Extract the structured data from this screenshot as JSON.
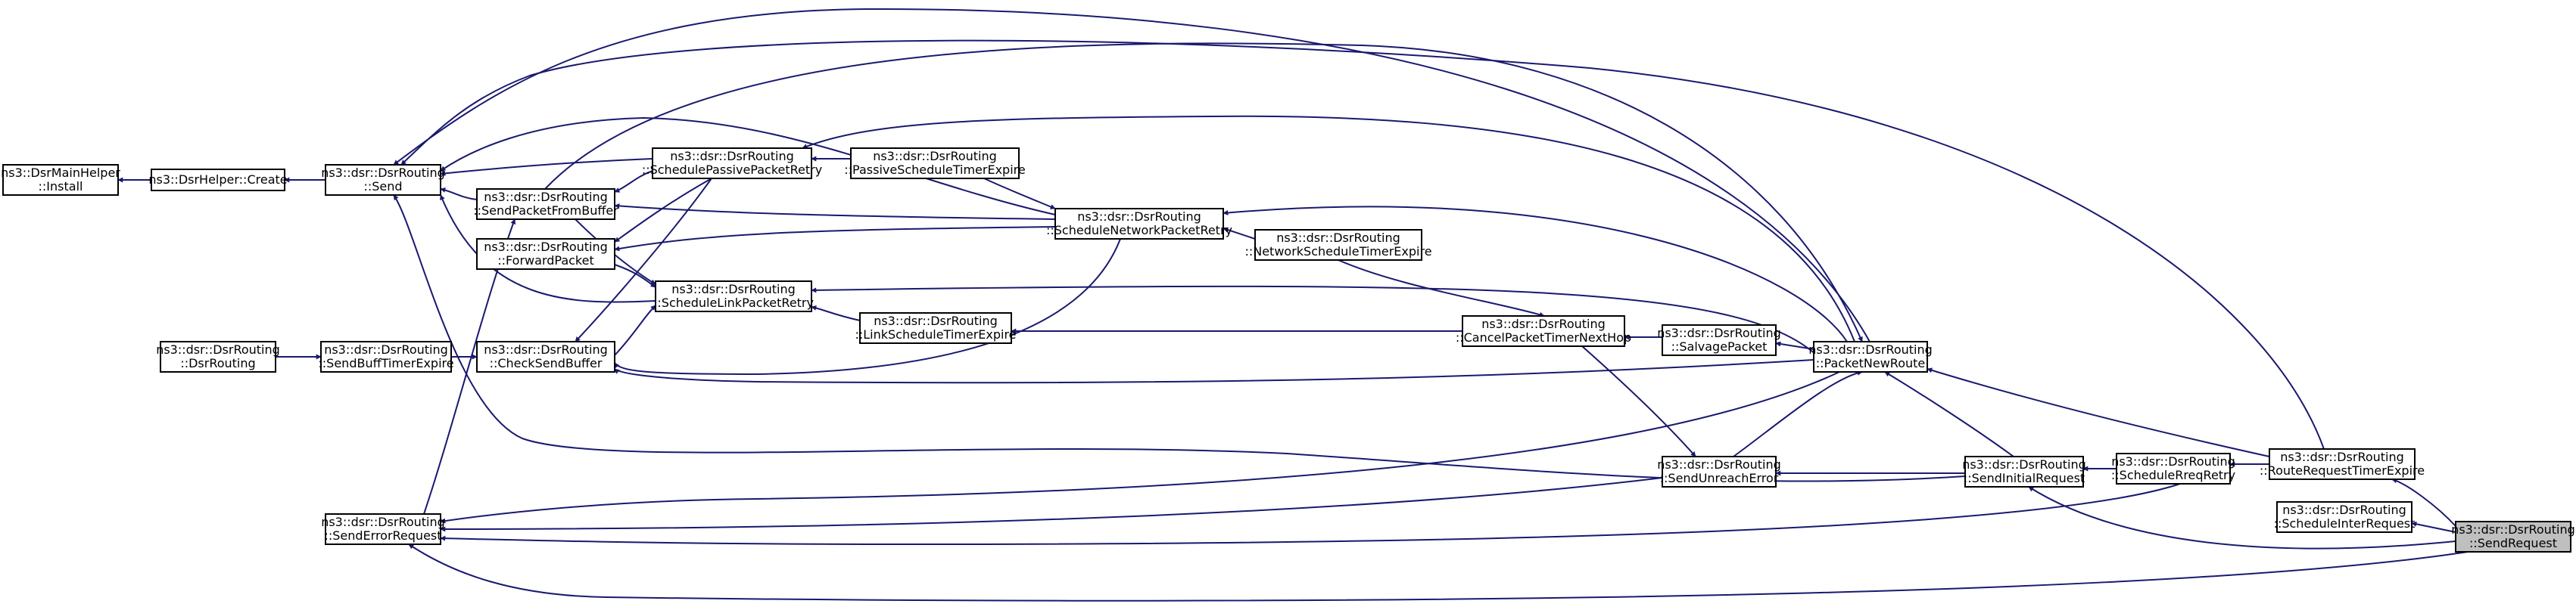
{
  "graph": {
    "edge_color": "#191970",
    "highlight_fill": "#bfbfbf",
    "nodes": [
      {
        "id": "mainhelper",
        "lines": [
          "ns3::DsrMainHelper",
          "::Install"
        ]
      },
      {
        "id": "helpercreate",
        "lines": [
          "ns3::DsrHelper::Create"
        ]
      },
      {
        "id": "send",
        "lines": [
          "ns3::dsr::DsrRouting",
          "::Send"
        ]
      },
      {
        "id": "sendpacketfrombuffer",
        "lines": [
          "ns3::dsr::DsrRouting",
          "::SendPacketFromBuffer"
        ]
      },
      {
        "id": "forwardpacket",
        "lines": [
          "ns3::dsr::DsrRouting",
          "::ForwardPacket"
        ]
      },
      {
        "id": "checksendbuffer",
        "lines": [
          "ns3::dsr::DsrRouting",
          "::CheckSendBuffer"
        ]
      },
      {
        "id": "dsrrouting",
        "lines": [
          "ns3::dsr::DsrRouting",
          "::DsrRouting"
        ]
      },
      {
        "id": "sendbufftimerexpire",
        "lines": [
          "ns3::dsr::DsrRouting",
          "::SendBuffTimerExpire"
        ]
      },
      {
        "id": "senderrorrequest",
        "lines": [
          "ns3::dsr::DsrRouting",
          "::SendErrorRequest"
        ]
      },
      {
        "id": "schedulepassive",
        "lines": [
          "ns3::dsr::DsrRouting",
          "::SchedulePassivePacketRetry"
        ]
      },
      {
        "id": "passivetimer",
        "lines": [
          "ns3::dsr::DsrRouting",
          "::PassiveScheduleTimerExpire"
        ]
      },
      {
        "id": "schedulelink",
        "lines": [
          "ns3::dsr::DsrRouting",
          "::ScheduleLinkPacketRetry"
        ]
      },
      {
        "id": "linktimer",
        "lines": [
          "ns3::dsr::DsrRouting",
          "::LinkScheduleTimerExpire"
        ]
      },
      {
        "id": "schedulenetwork",
        "lines": [
          "ns3::dsr::DsrRouting",
          "::ScheduleNetworkPacketRetry"
        ]
      },
      {
        "id": "networktimer",
        "lines": [
          "ns3::dsr::DsrRouting",
          "::NetworkScheduleTimerExpire"
        ]
      },
      {
        "id": "cancelpacket",
        "lines": [
          "ns3::dsr::DsrRouting",
          "::CancelPacketTimerNextHop"
        ]
      },
      {
        "id": "salvagepacket",
        "lines": [
          "ns3::dsr::DsrRouting",
          "::SalvagePacket"
        ]
      },
      {
        "id": "sendunreacherror",
        "lines": [
          "ns3::dsr::DsrRouting",
          "::SendUnreachError"
        ]
      },
      {
        "id": "packetnewroute",
        "lines": [
          "ns3::dsr::DsrRouting",
          "::PacketNewRoute"
        ]
      },
      {
        "id": "sendinitialrequest",
        "lines": [
          "ns3::dsr::DsrRouting",
          "::SendInitialRequest"
        ]
      },
      {
        "id": "schedulereqretry",
        "lines": [
          "ns3::dsr::DsrRouting",
          "::ScheduleRreqRetry"
        ]
      },
      {
        "id": "routerequesttimer",
        "lines": [
          "ns3::dsr::DsrRouting",
          "::RouteRequestTimerExpire"
        ]
      },
      {
        "id": "scheduleinter",
        "lines": [
          "ns3::dsr::DsrRouting",
          "::ScheduleInterRequest"
        ]
      },
      {
        "id": "sendrequest",
        "lines": [
          "ns3::dsr::DsrRouting",
          "::SendRequest"
        ],
        "highlight": true
      }
    ]
  }
}
